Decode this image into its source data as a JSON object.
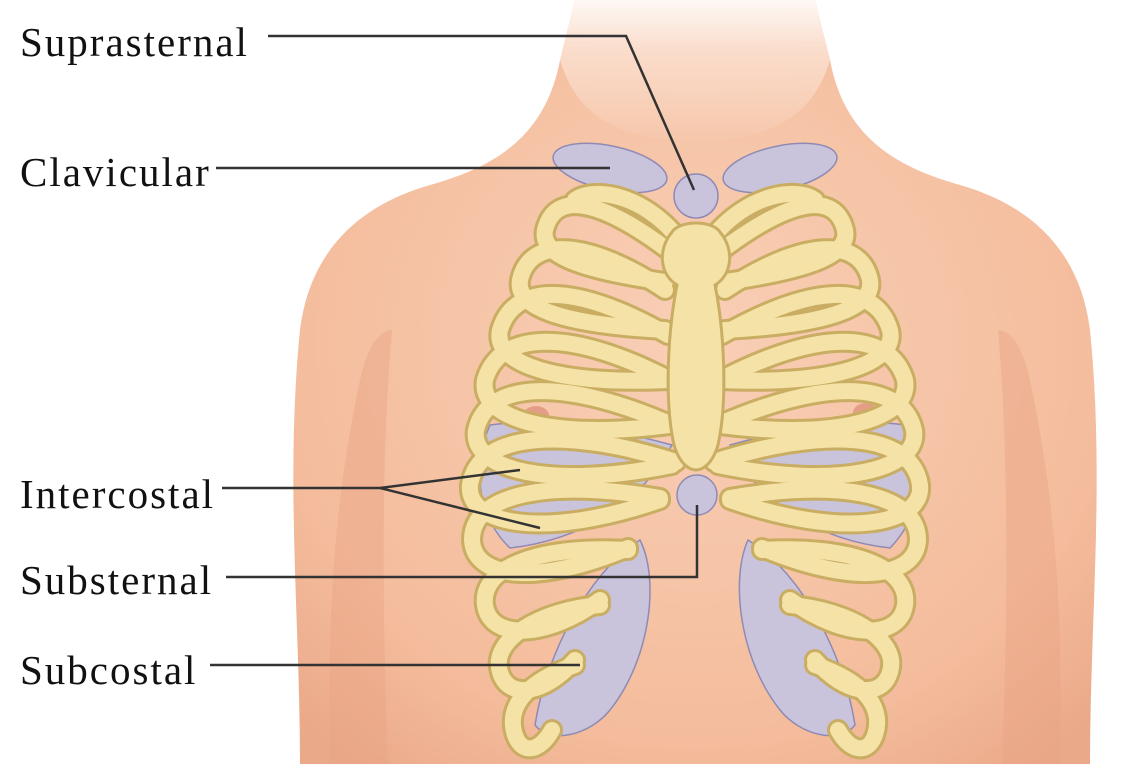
{
  "labels": {
    "suprasternal": "Suprasternal",
    "clavicular": "Clavicular",
    "intercostal": "Intercostal",
    "substernal": "Substernal",
    "subcostal": "Subcostal"
  },
  "colors": {
    "skin": "#f6c4a8",
    "bone": "#f4e2a6",
    "bone_outline": "#c9ad62",
    "retraction_region": "#c9c4dc",
    "leader_line": "#333333"
  }
}
